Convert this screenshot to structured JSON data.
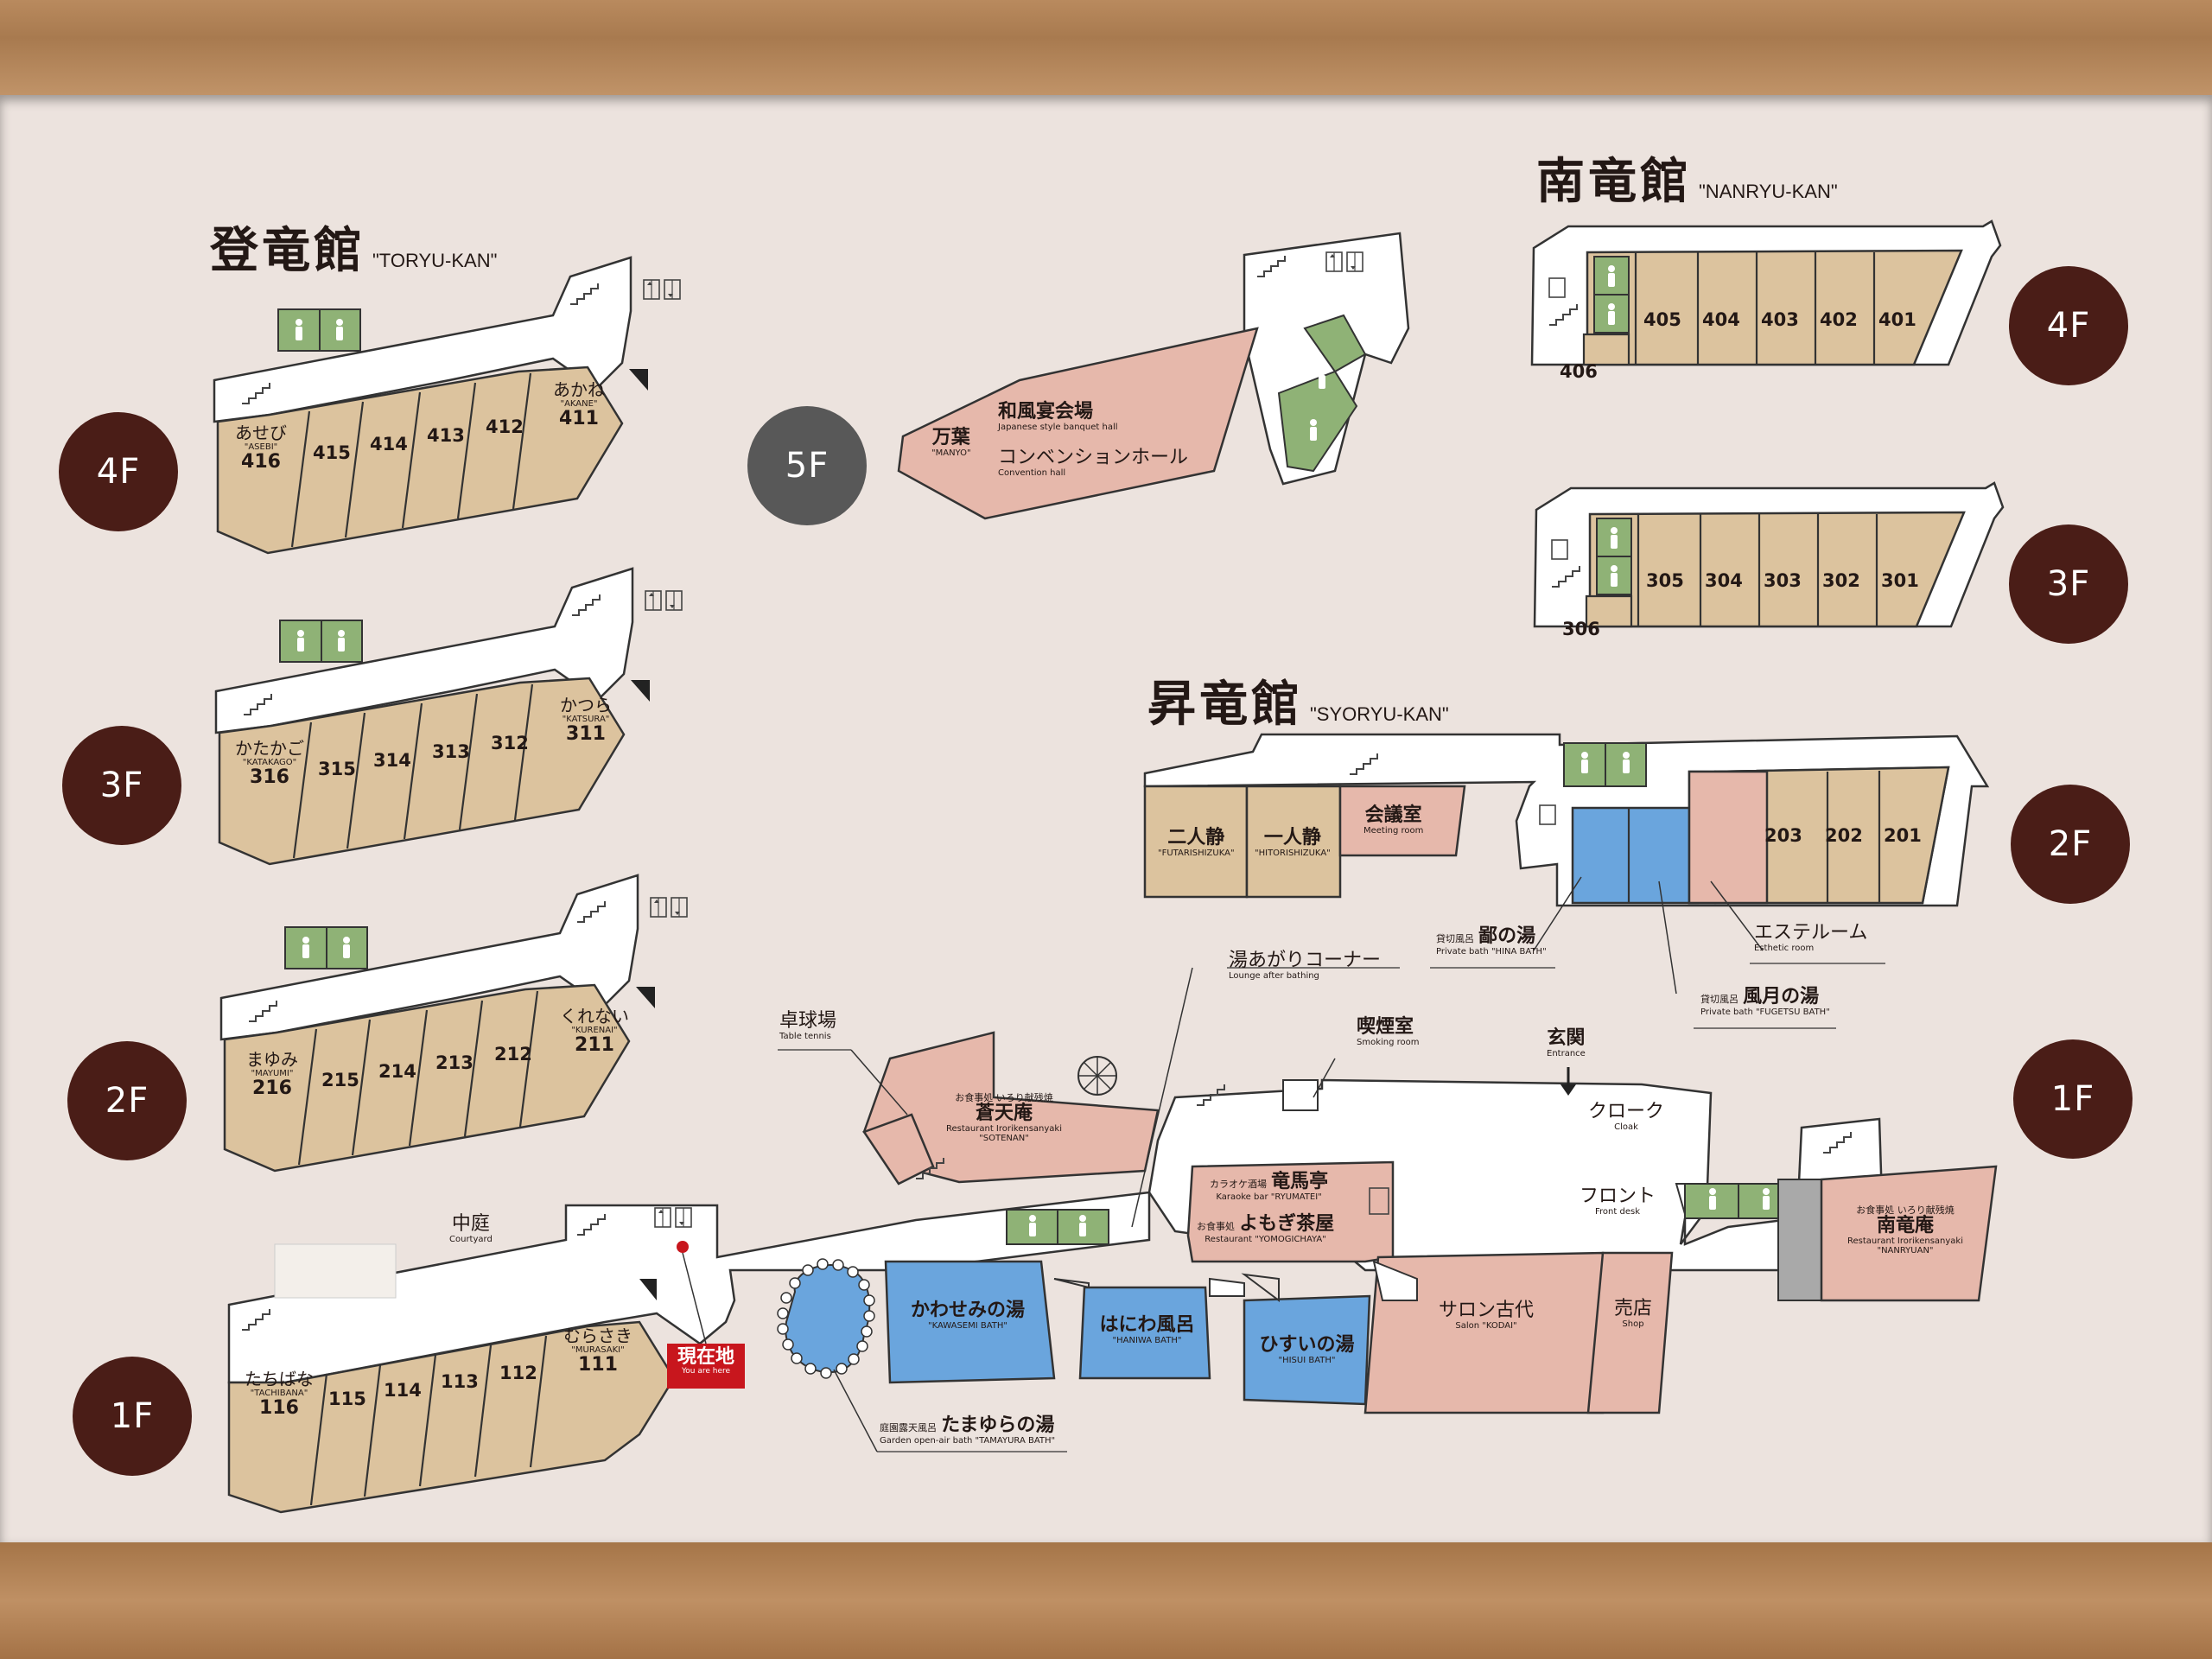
{
  "buildings": {
    "toryu": {
      "jp": "登竜館",
      "en": "\"TORYU-KAN\""
    },
    "nanryu": {
      "jp": "南竜館",
      "en": "\"NANRYU-KAN\""
    },
    "syoryu": {
      "jp": "昇竜館",
      "en": "\"SYORYU-KAN\""
    }
  },
  "floors": {
    "t4": "4F",
    "t3": "3F",
    "t2": "2F",
    "t1": "1F",
    "f5": "5F",
    "n4": "4F",
    "n3": "3F",
    "s2": "2F",
    "s1": "1F"
  },
  "toryu_rooms": {
    "f4": {
      "named_jp": "あせび",
      "named_en": "\"ASEBI\"",
      "named_no": "416",
      "end_jp": "あかね",
      "end_en": "\"AKANE\"",
      "end_no": "411",
      "mid": [
        "415",
        "414",
        "413",
        "412"
      ]
    },
    "f3": {
      "named_jp": "かたかご",
      "named_en": "\"KATAKAGO\"",
      "named_no": "316",
      "end_jp": "かつら",
      "end_en": "\"KATSURA\"",
      "end_no": "311",
      "mid": [
        "315",
        "314",
        "313",
        "312"
      ]
    },
    "f2": {
      "named_jp": "まゆみ",
      "named_en": "\"MAYUMI\"",
      "named_no": "216",
      "end_jp": "くれない",
      "end_en": "\"KURENAI\"",
      "end_no": "211",
      "mid": [
        "215",
        "214",
        "213",
        "212"
      ]
    },
    "f1": {
      "named_jp": "たちばな",
      "named_en": "\"TACHIBANA\"",
      "named_no": "116",
      "end_jp": "むらさき",
      "end_en": "\"MURASAKI\"",
      "end_no": "111",
      "mid": [
        "115",
        "114",
        "113",
        "112"
      ]
    }
  },
  "nanryu_rooms": {
    "f4": [
      "405",
      "404",
      "403",
      "402",
      "401",
      "406"
    ],
    "f3": [
      "305",
      "304",
      "303",
      "302",
      "301",
      "306"
    ]
  },
  "syoryu_rooms": [
    "203",
    "202",
    "201"
  ],
  "labels": {
    "manyo_jp": "万葉",
    "manyo_en": "\"MANYO\"",
    "banquet_jp": "和風宴会場",
    "banquet_en": "Japanese style banquet hall",
    "convention_jp": "コンベンションホール",
    "convention_en": "Convention hall",
    "futari_jp": "二人静",
    "futari_en": "\"FUTARISHIZUKA\"",
    "hitori_jp": "一人静",
    "hitori_en": "\"HITORISHIZUKA\"",
    "meeting_jp": "会議室",
    "meeting_en": "Meeting room",
    "esthe_jp": "エステルーム",
    "esthe_en": "Esthetic room",
    "hina_pre": "貸切風呂",
    "hina_jp": "鄙の湯",
    "hina_en": "Private bath \"HINA BATH\"",
    "fugetsu_pre": "貸切風呂",
    "fugetsu_jp": "風月の湯",
    "fugetsu_en": "Private bath \"FUGETSU BATH\"",
    "lounge_jp": "湯あがりコーナー",
    "lounge_en": "Lounge after bathing",
    "smoking_jp": "喫煙室",
    "smoking_en": "Smoking room",
    "entrance_jp": "玄関",
    "entrance_en": "Entrance",
    "cloak_jp": "クローク",
    "cloak_en": "Cloak",
    "front_jp": "フロント",
    "front_en": "Front desk",
    "tabletennis_jp": "卓球場",
    "tabletennis_en": "Table tennis",
    "sotenan_pre": "お食事処 いろり献残焼",
    "sotenan_jp": "蒼天庵",
    "sotenan_en1": "Restaurant Irorikensanyaki",
    "sotenan_en2": "\"SOTENAN\"",
    "ryumatei_pre": "カラオケ酒場",
    "ryumatei_jp": "竜馬亭",
    "ryumatei_en": "Karaoke bar \"RYUMATEI\"",
    "yomogi_pre": "お食事処",
    "yomogi_jp": "よもぎ茶屋",
    "yomogi_en": "Restaurant \"YOMOGICHAYA\"",
    "courtyard_jp": "中庭",
    "courtyard_en": "Courtyard",
    "kawasemi_jp": "かわせみの湯",
    "kawasemi_en": "\"KAWASEMI BATH\"",
    "haniwa_jp": "はにわ風呂",
    "haniwa_en": "\"HANIWA BATH\"",
    "hisui_jp": "ひすいの湯",
    "hisui_en": "\"HISUI BATH\"",
    "salon_jp": "サロン古代",
    "salon_en": "Salon \"KODAI\"",
    "shop_jp": "売店",
    "shop_en": "Shop",
    "nanryuan_pre": "お食事処 いろり献残焼",
    "nanryuan_jp": "南竜庵",
    "nanryuan_en1": "Restaurant Irorikensanyaki",
    "nanryuan_en2": "\"NANRYUAN\"",
    "tamayura_pre": "庭園露天風呂",
    "tamayura_jp": "たまゆらの湯",
    "tamayura_en": "Garden open-air bath \"TAMAYURA BATH\"",
    "here_jp": "現在地",
    "here_en": "You are here"
  },
  "colors": {
    "room": "#dcc39e",
    "restroom": "#8fb276",
    "bath": "#6aa5dd",
    "pink": "#e6b8ab",
    "corridor": "#ffffff",
    "badge": "#4a1d17",
    "badge_5f": "#585858",
    "here": "#c8161d"
  },
  "icons": [
    "restroom-icon",
    "elevator-icon",
    "stairs-icon",
    "entrance-arrow-icon"
  ]
}
